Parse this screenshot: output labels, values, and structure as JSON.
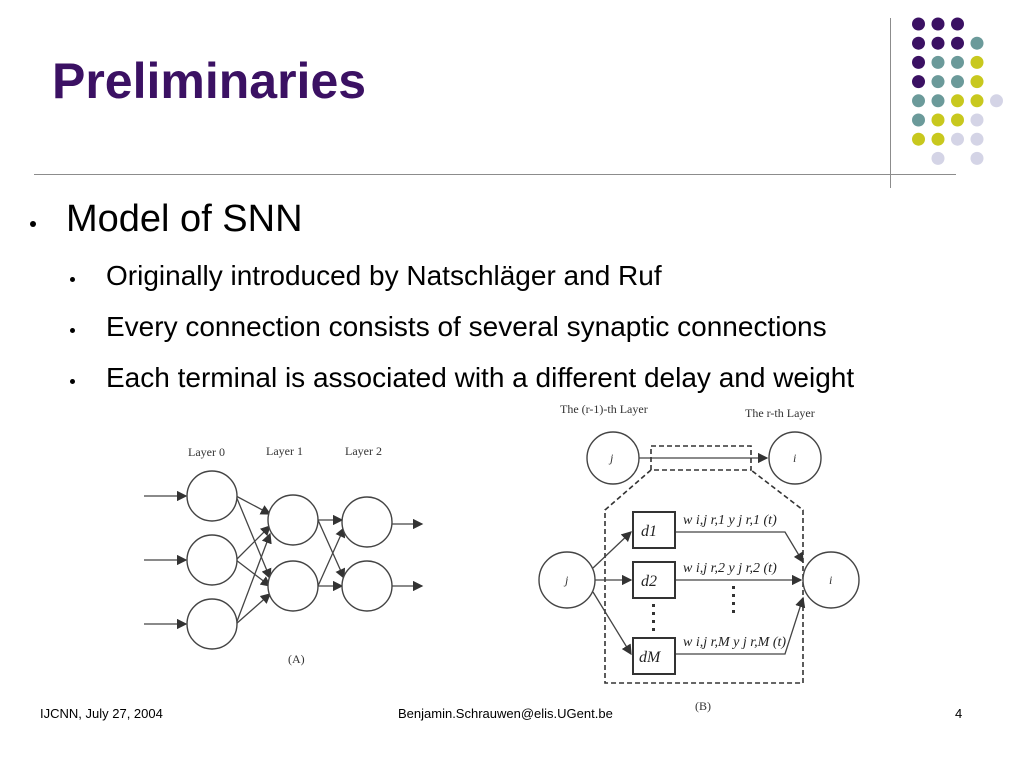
{
  "slide": {
    "title": "Preliminaries",
    "bullets": {
      "main": "Model of SNN",
      "sub": [
        "Originally introduced by Natschläger and Ruf",
        "Every connection consists of several synaptic connections",
        "Each terminal is associated with a different delay and weight"
      ]
    }
  },
  "figure_a": {
    "layer_labels": [
      "Layer 0",
      "Layer 1",
      "Layer 2"
    ],
    "caption": "(A)"
  },
  "figure_b": {
    "layer_label_prev": "The (r-1)-th Layer",
    "layer_label_curr": "The r-th Layer",
    "node_j": "j",
    "node_i": "i",
    "delays": [
      "d1",
      "d2",
      "dM"
    ],
    "terms": [
      "w i,j r,1 y j r,1 (t)",
      "w i,j r,2 y j r,2 (t)",
      "w i,j r,M y j r,M (t)"
    ],
    "caption": "(B)"
  },
  "footer": {
    "left": "IJCNN, July 27, 2004",
    "center": "Benjamin.Schrauwen@elis.UGent.be",
    "right": "4"
  },
  "colors": {
    "purple": "#3b1163",
    "teal": "#6b9a9a",
    "yellow": "#c8c81e",
    "lavender": "#d4d4e6"
  }
}
